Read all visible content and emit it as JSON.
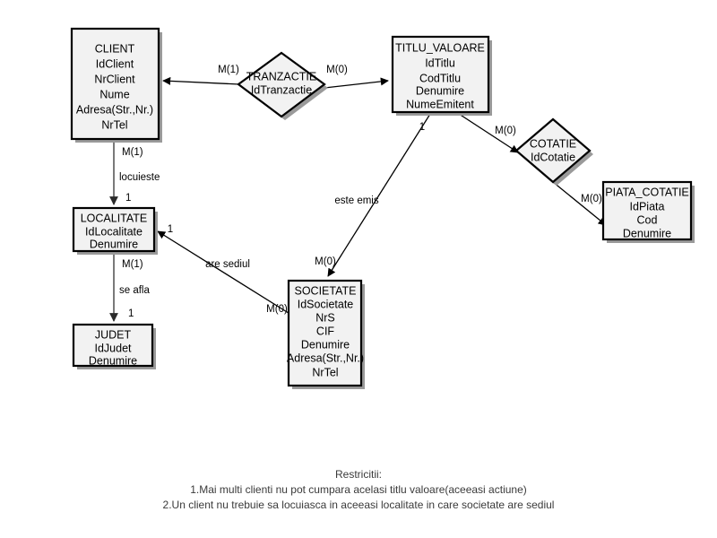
{
  "diagram": {
    "type": "entity-relationship-diagram",
    "background_color": "#ffffff",
    "shape_fill_color": "#f2f2f2",
    "shape_border_color": "#000000",
    "edge_color": "#404040",
    "entities": [
      {
        "id": "client",
        "name": "CLIENT",
        "attributes": [
          "IdClient",
          "NrClient",
          "Nume",
          "Adresa(Str.,Nr.)",
          "NrTel"
        ]
      },
      {
        "id": "titlu_valoare",
        "name": "TITLU_VALOARE",
        "attributes": [
          "IdTitlu",
          "CodTitlu",
          "Denumire",
          "NumeEmitent"
        ]
      },
      {
        "id": "piata_cotatie",
        "name": "PIATA_COTATIE",
        "attributes": [
          "IdPiata",
          "Cod",
          "Denumire"
        ]
      },
      {
        "id": "localitate",
        "name": "LOCALITATE",
        "attributes": [
          "IdLocalitate",
          "Denumire"
        ]
      },
      {
        "id": "judet",
        "name": "JUDET",
        "attributes": [
          "IdJudet",
          "Denumire"
        ]
      },
      {
        "id": "societate",
        "name": "SOCIETATE",
        "attributes": [
          "IdSocietate",
          "NrS",
          "CIF",
          "Denumire",
          "Adresa(Str.,Nr.)",
          "NrTel"
        ]
      }
    ],
    "relationships": [
      {
        "id": "tranzactie",
        "name": "TRANZACTIE",
        "attributes": [
          "IdTranzactie"
        ]
      },
      {
        "id": "cotatie",
        "name": "COTATIE",
        "attributes": [
          "IdCotatie"
        ]
      }
    ],
    "edge_labels": {
      "tranzactie_to_client": "M(1)",
      "tranzactie_to_titlu": "M(0)",
      "client_to_localitate_card_top": "M(1)",
      "client_to_localitate_name": "locuieste",
      "client_to_localitate_card_bottom": "1",
      "localitate_to_judet_card_top": "M(1)",
      "localitate_to_judet_name": "se afla",
      "localitate_to_judet_card_bottom": "1",
      "titlu_to_societate_card_top": "1",
      "titlu_to_societate_name": "este emis",
      "titlu_to_societate_card_bottom": "M(0)",
      "titlu_to_cotatie_card": "M(0)",
      "cotatie_to_piata_card": "M(0)",
      "societate_to_localitate_card_top": "1",
      "societate_to_localitate_name": "are sediul",
      "societate_to_localitate_card_bottom": "M(0)"
    },
    "notes": {
      "heading": "Restricitii:",
      "line1": "1.Mai multi clienti nu pot cumpara acelasi titlu valoare(aceeasi actiune)",
      "line2": "2.Un client nu trebuie sa locuiasca in aceeasi localitate in care societate are sediul"
    }
  }
}
